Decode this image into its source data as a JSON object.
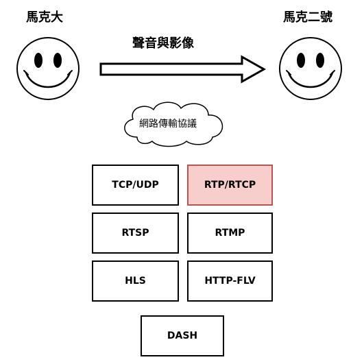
{
  "participants": {
    "left": "馬克大",
    "right": "馬克二號"
  },
  "arrow": {
    "label": "聲音與影像"
  },
  "cloud": {
    "label": "網路傳輸協議"
  },
  "protocols": [
    {
      "label": "TCP/UDP",
      "highlighted": false
    },
    {
      "label": "RTP/RTCP",
      "highlighted": true
    },
    {
      "label": "RTSP",
      "highlighted": false
    },
    {
      "label": "RTMP",
      "highlighted": false
    },
    {
      "label": "HLS",
      "highlighted": false
    },
    {
      "label": "HTTP-FLV",
      "highlighted": false
    },
    {
      "label": "DASH",
      "highlighted": false
    }
  ],
  "colors": {
    "highlight_fill": "#f8cecc",
    "highlight_stroke": "#b85450"
  }
}
